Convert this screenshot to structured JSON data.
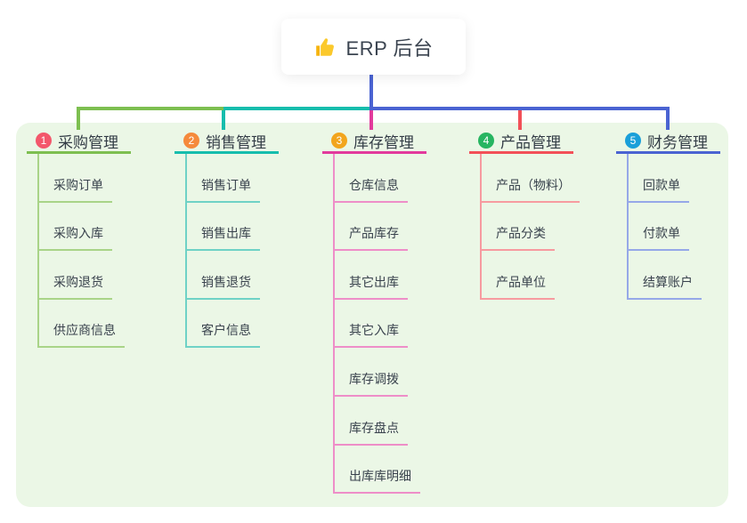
{
  "root": {
    "icon": "thumbs-up-icon",
    "label": "ERP 后台"
  },
  "branches": [
    {
      "badge": "1",
      "label": "采购管理",
      "badge_color": "#f3576b",
      "line_color": "#7dbf50",
      "sub_line_color": "#a9d488",
      "items": [
        "采购订单",
        "采购入库",
        "采购退货",
        "供应商信息"
      ]
    },
    {
      "badge": "2",
      "label": "销售管理",
      "badge_color": "#f58a3c",
      "line_color": "#16bdad",
      "sub_line_color": "#6fd2c6",
      "items": [
        "销售订单",
        "销售出库",
        "销售退货",
        "客户信息"
      ]
    },
    {
      "badge": "3",
      "label": "库存管理",
      "badge_color": "#f2a51d",
      "line_color": "#e23a9c",
      "sub_line_color": "#ee8ec8",
      "items": [
        "仓库信息",
        "产品库存",
        "其它出库",
        "其它入库",
        "库存调拨",
        "库存盘点",
        "出库库明细"
      ]
    },
    {
      "badge": "4",
      "label": "产品管理",
      "badge_color": "#27b561",
      "line_color": "#f25058",
      "sub_line_color": "#f79ba0",
      "items": [
        "产品（物料）",
        "产品分类",
        "产品单位"
      ]
    },
    {
      "badge": "5",
      "label": "财务管理",
      "badge_color": "#1a9fd9",
      "line_color": "#4a63d2",
      "sub_line_color": "#96a8e8",
      "items": [
        "回款单",
        "付款单",
        "结算账户"
      ]
    }
  ],
  "colors": {
    "canvas_bg": "#ffffff",
    "panel_bg": "#ebf7e6",
    "root_connector": "#4a63d2",
    "thumb_icon": "#fbc92c"
  }
}
